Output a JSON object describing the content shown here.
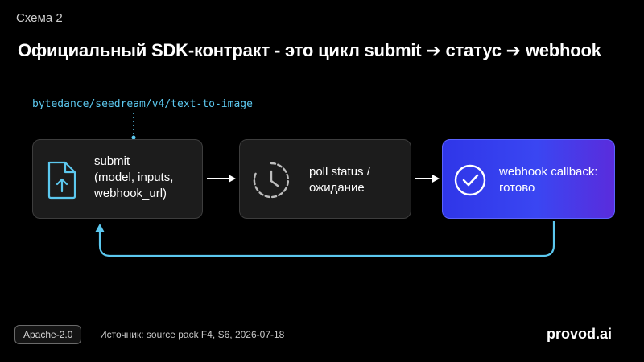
{
  "header": {
    "scheme_label": "Схема 2",
    "title": "Официальный SDK-контракт - это цикл submit ➔ статус ➔ webhook"
  },
  "diagram": {
    "endpoint_label": "bytedance/seedream/v4/text-to-image",
    "nodes": [
      {
        "id": "submit",
        "text": "submit\n(model, inputs,\nwebhook_url)",
        "icon": "file-upload-icon"
      },
      {
        "id": "poll",
        "text": "poll status /\nожидание",
        "icon": "clock-icon"
      },
      {
        "id": "webhook",
        "text": "webhook callback:\nготово",
        "icon": "check-circle-icon"
      }
    ],
    "colors": {
      "accent_cyan": "#5cc8ef",
      "node_dark": "#1c1c1c",
      "node_accent": "#3a46f2"
    }
  },
  "footer": {
    "license": "Apache-2.0",
    "source": "Источник: source pack F4, S6, 2026-07-18",
    "brand": "provod.ai"
  }
}
